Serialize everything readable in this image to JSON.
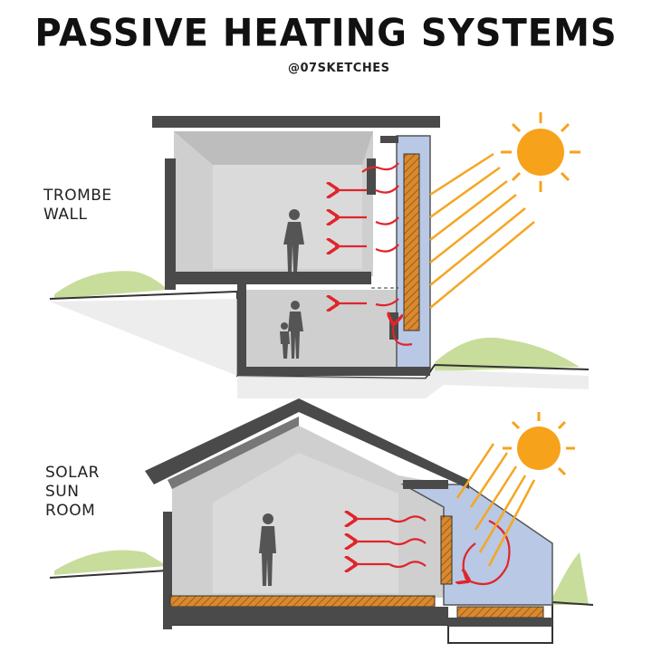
{
  "title": "PASSIVE HEATING SYSTEMS",
  "credit": "@07SKETCHES",
  "sections": [
    {
      "label_line1": "TROMBE",
      "label_line2": "WALL"
    },
    {
      "label_line1": "SOLAR",
      "label_line2": "SUN",
      "label_line3": "ROOM"
    }
  ],
  "colors": {
    "sun": "#f7a21b",
    "rays": "#f5a623",
    "heat_arrows": "#e0252b",
    "glass": "#b9c8e4",
    "interior": "#cfcfcf",
    "walls": "#4a4a4a",
    "thermal_mass": "#d9892e",
    "vegetation": "#c8dd9c"
  }
}
